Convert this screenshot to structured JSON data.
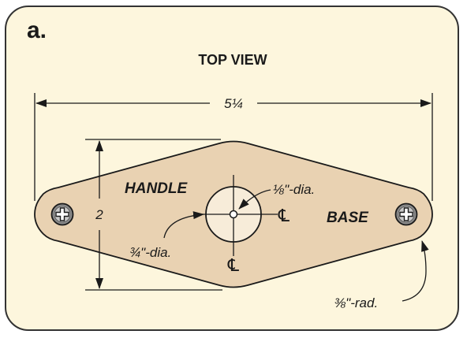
{
  "figure_letter": "a.",
  "title": "TOP VIEW",
  "dimensions": {
    "overall_length": "5¼",
    "width": "2",
    "hole_large": "¾\"-dia.",
    "hole_small": "⅛\"-dia.",
    "end_radius": "⅜\"-rad."
  },
  "labels": {
    "handle": "HANDLE",
    "base": "BASE",
    "centerline_symbol": "℄"
  },
  "colors": {
    "background": "#fdf6dd",
    "part_fill": "#e9d2b2",
    "line": "#1a1a1a"
  },
  "icons": [
    "phillips-screw-icon",
    "arrowhead-icon"
  ]
}
